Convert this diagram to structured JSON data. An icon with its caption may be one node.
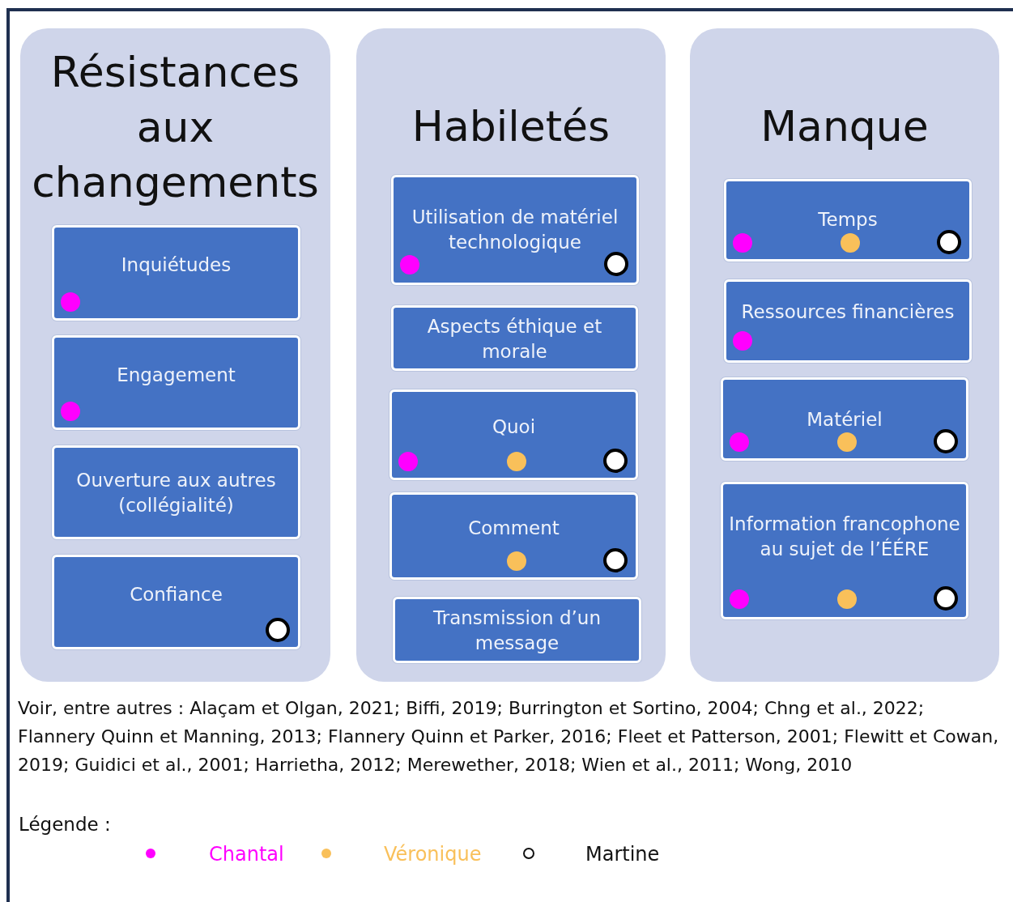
{
  "diagram": {
    "nodes": [
      {
        "text": [
          "Résistances aux changements"
        ]
      },
      {
        "text": [
          "Inquiétudes"
        ],
        "in": 0
      },
      {
        "text": [
          "Engagement"
        ],
        "in": 0
      },
      {
        "text": [
          "Ouverture aux autres (collégialité)"
        ],
        "in": 0
      },
      {
        "text": [
          "Confiance"
        ],
        "in": 0
      },
      {
        "text": [
          "Habiletés"
        ]
      },
      {
        "text": [
          "Utilisation de matériel technologique"
        ],
        "in": 5
      },
      {
        "text": [
          "Aspects éthique et morale"
        ],
        "in": 5
      },
      {
        "text": [
          "Quoi"
        ],
        "in": 5
      },
      {
        "text": [
          "Comment"
        ],
        "in": 5
      },
      {
        "text": [
          "Transmission d’un message"
        ],
        "in": 5
      },
      {
        "text": [
          "Manque"
        ]
      },
      {
        "text": [
          "Temps"
        ],
        "in": 11
      },
      {
        "text": [
          "Ressources financières"
        ],
        "in": 11
      },
      {
        "text": [
          "Matériel"
        ],
        "in": 11
      },
      {
        "text": [
          "Information francophone au sujet de l’ÉÉRE"
        ],
        "in": 11
      }
    ],
    "edges": [],
    "labels": [
      "Voir, entre autres : Alaçam et Olgan, 2021; Biffi, 2019; Burrington et Sortino, 2004; Chng et al., 2022; Flannery Quinn et Manning, 2013; Flannery Quinn et Parker, 2016; Fleet et Patterson, 2001; Flewitt et Cowan, 2019; Guidici et al., 2001; Harrietha, 2012; Merewether, 2018; Wien et al., 2011; Wong, 2010",
      "Légende :"
    ],
    "legend": [
      {
        "text": "Chantal",
        "color": "#ff00ff"
      },
      {
        "text": "Véronique",
        "color": "#f9c05a"
      },
      {
        "text": "Martine"
      }
    ]
  }
}
